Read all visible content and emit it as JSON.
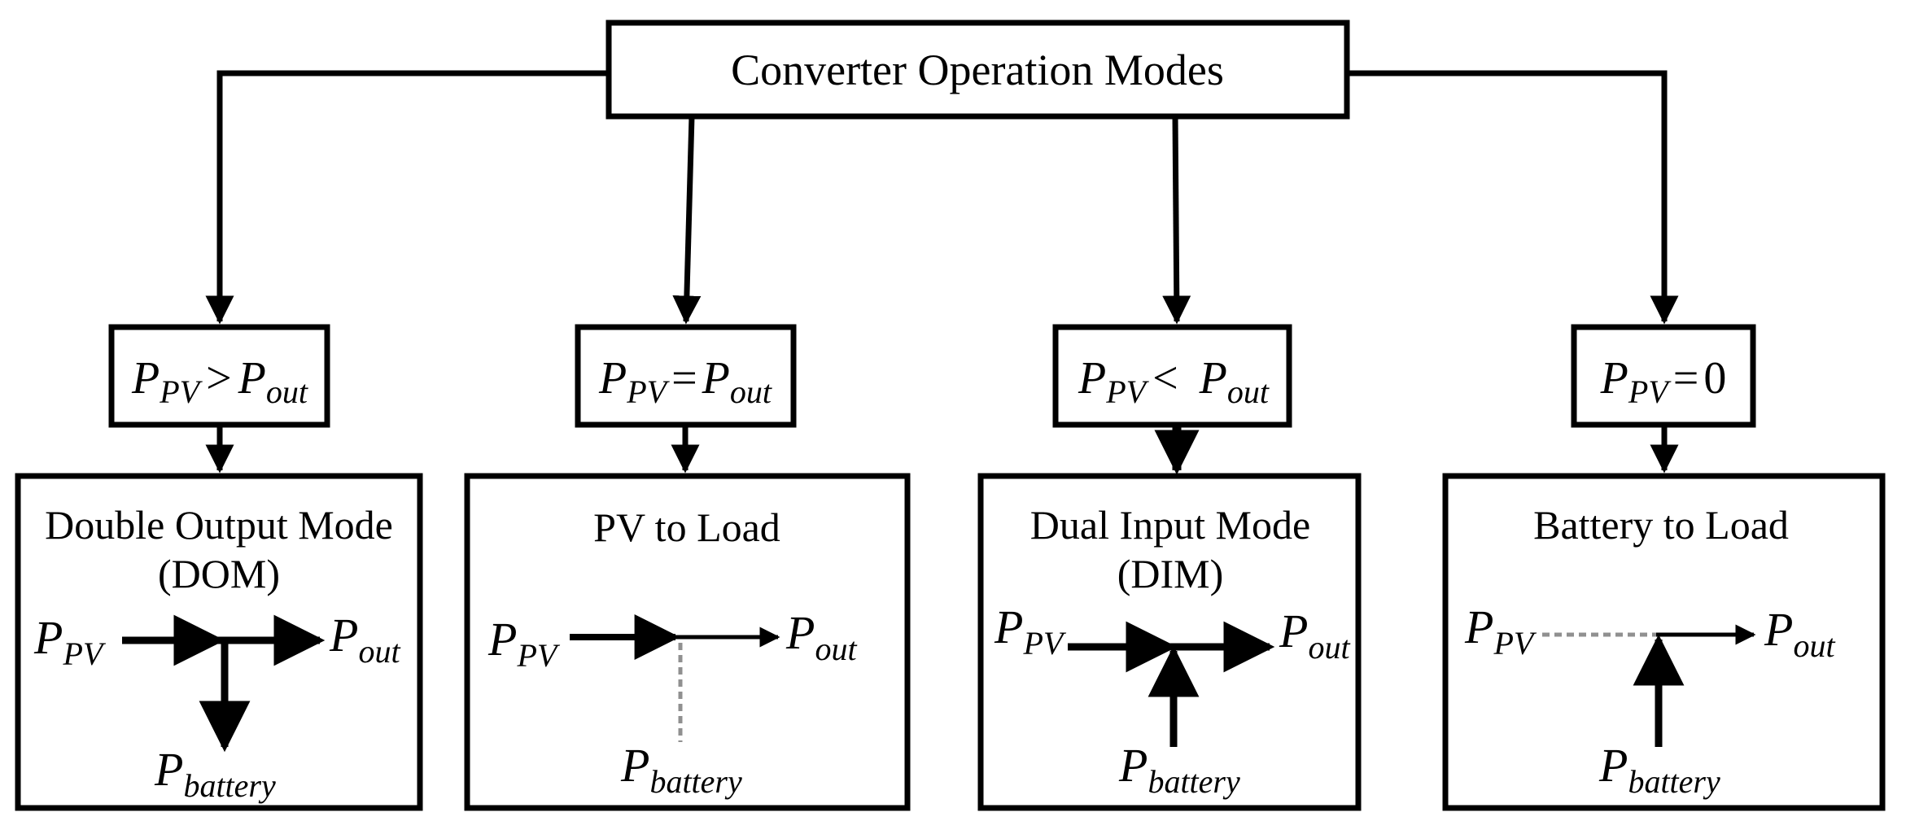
{
  "title": "Converter Operation Modes",
  "modes": [
    {
      "condition": {
        "lhs": "P",
        "lhs_sub": "PV",
        "op": ">",
        "rhs": "P",
        "rhs_sub": "out"
      },
      "name_line1": "Double Output Mode",
      "name_line2": "(DOM)",
      "flow": {
        "pv_label": "P",
        "pv_sub": "PV",
        "out_label": "P",
        "out_sub": "out",
        "battery_label": "P",
        "battery_sub": "battery",
        "battery_flow": "charging"
      }
    },
    {
      "condition": {
        "lhs": "P",
        "lhs_sub": "PV",
        "op": "=",
        "rhs": "P",
        "rhs_sub": "out"
      },
      "name_line1": "PV to Load",
      "name_line2": "",
      "flow": {
        "pv_label": "P",
        "pv_sub": "PV",
        "out_label": "P",
        "out_sub": "out",
        "battery_label": "P",
        "battery_sub": "battery",
        "battery_flow": "inactive"
      }
    },
    {
      "condition": {
        "lhs": "P",
        "lhs_sub": "PV",
        "op": "<",
        "rhs": "P",
        "rhs_sub": "out"
      },
      "name_line1": "Dual Input Mode",
      "name_line2": "(DIM)",
      "flow": {
        "pv_label": "P",
        "pv_sub": "PV",
        "out_label": "P",
        "out_sub": "out",
        "battery_label": "P",
        "battery_sub": "battery",
        "battery_flow": "discharging"
      }
    },
    {
      "condition": {
        "lhs": "P",
        "lhs_sub": "PV",
        "op": "=",
        "rhs": "0",
        "rhs_sub": ""
      },
      "name_line1": "Battery to Load",
      "name_line2": "",
      "flow": {
        "pv_label": "P",
        "pv_sub": "PV",
        "out_label": "P",
        "out_sub": "out",
        "battery_label": "P",
        "battery_sub": "battery",
        "battery_flow": "discharging",
        "pv_flow": "inactive"
      }
    }
  ],
  "colors": {
    "line": "#000000",
    "inactive": "#909090",
    "background": "#ffffff"
  }
}
